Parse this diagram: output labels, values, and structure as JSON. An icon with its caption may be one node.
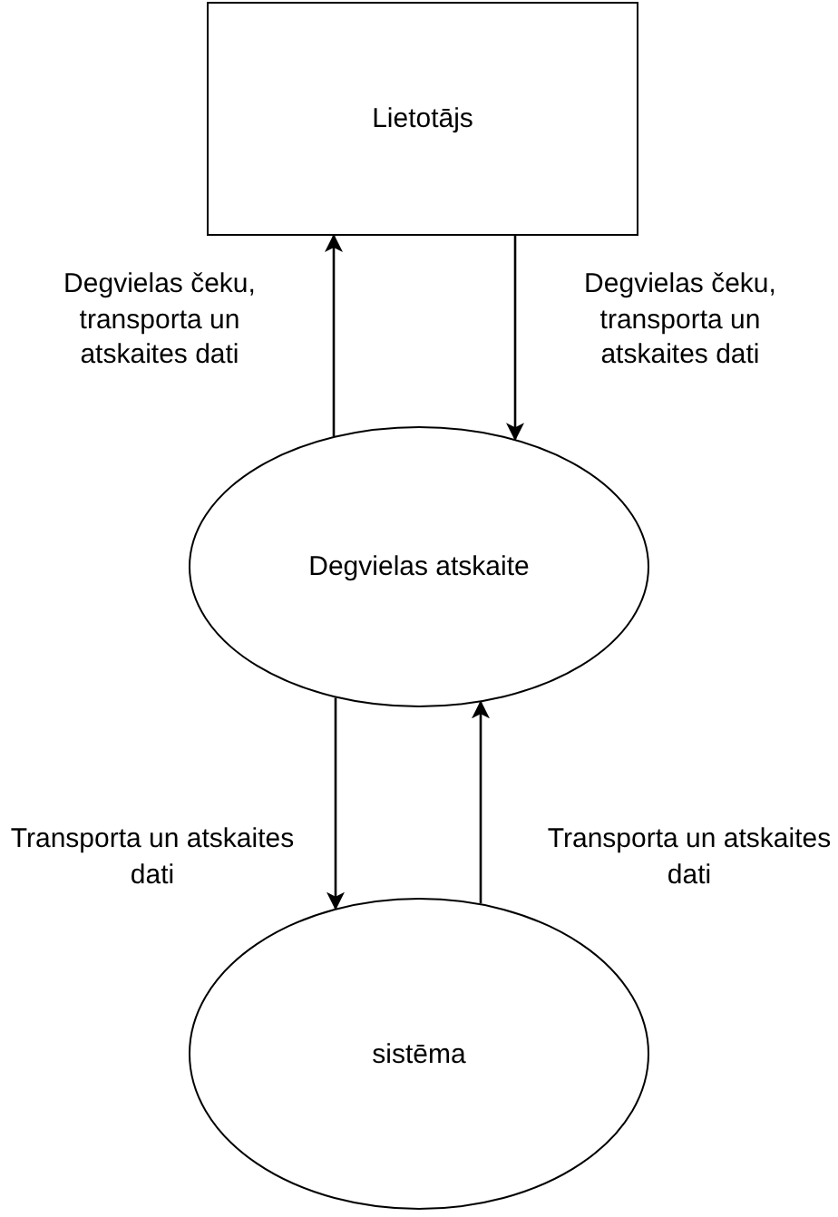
{
  "diagram": {
    "nodes": [
      {
        "text": [
          "Lietotājs"
        ]
      },
      {
        "text": [
          "Degvielas atskaite"
        ]
      },
      {
        "text": [
          "sistēma"
        ]
      }
    ],
    "edges": [
      {
        "from": 1,
        "to": 0,
        "arrow": "to",
        "label": "Degvielas čeku, transporta un atskaites dati"
      },
      {
        "from": 0,
        "to": 1,
        "arrow": "to",
        "label": "Degvielas čeku, transporta un atskaites dati"
      },
      {
        "from": 1,
        "to": 2,
        "arrow": "to",
        "label": "Transporta un atskaites dati"
      },
      {
        "from": 2,
        "to": 1,
        "arrow": "to",
        "label": "Transporta un atskaites dati"
      }
    ]
  }
}
